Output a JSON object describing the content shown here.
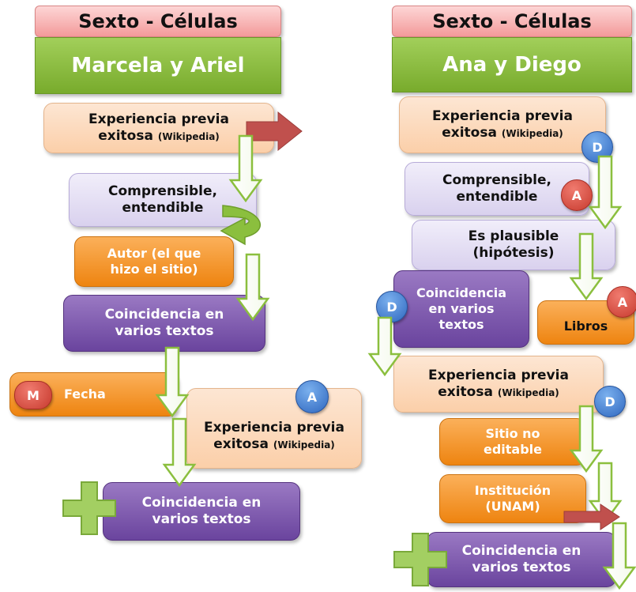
{
  "left": {
    "header": "Sexto - Células",
    "team": "Marcela y Ariel",
    "box1": {
      "line1": "Experiencia previa",
      "line2": "exitosa",
      "small": "(Wikipedia)"
    },
    "box2": {
      "line1": "Comprensible,",
      "line2": "entendible"
    },
    "box3": {
      "line1": "Autor (el que",
      "line2": "hizo el sitio)"
    },
    "box4": {
      "line1": "Coincidencia en",
      "line2": "varios textos"
    },
    "box5": {
      "label": "Fecha",
      "badge": "M"
    },
    "box6": {
      "line1": "Experiencia previa",
      "line2": "exitosa",
      "small": "(Wikipedia)",
      "badge": "A"
    },
    "box7": {
      "line1": "Coincidencia en",
      "line2": "varios textos"
    }
  },
  "right": {
    "header": "Sexto - Células",
    "team": "Ana y Diego",
    "box1": {
      "line1": "Experiencia previa",
      "line2": "exitosa",
      "small": "(Wikipedia)",
      "badge": "D"
    },
    "box2": {
      "line1": "Comprensible,",
      "line2": "entendible",
      "badge": "A"
    },
    "box3": {
      "line1": "Es plausible",
      "line2": "(hipótesis)"
    },
    "box4": {
      "line1": "Coincidencia",
      "line2": "en varios",
      "line3": "textos",
      "badge": "D"
    },
    "box5": {
      "label": "Libros",
      "badge": "A"
    },
    "box6": {
      "line1": "Experiencia previa",
      "line2": "exitosa",
      "small": "(Wikipedia)",
      "badge": "D"
    },
    "box7": {
      "line1": "Sitio no",
      "line2": "editable"
    },
    "box8": {
      "line1": "Institución",
      "line2": "(UNAM)"
    },
    "box9": {
      "line1": "Coincidencia en",
      "line2": "varios textos"
    }
  },
  "colors": {
    "badge_blue": "#2f67bf",
    "badge_red": "#c73a2e",
    "arrow_green": "#8bbf3e",
    "arrow_red": "#c0504d",
    "plus_green": "#8bbf3e"
  }
}
